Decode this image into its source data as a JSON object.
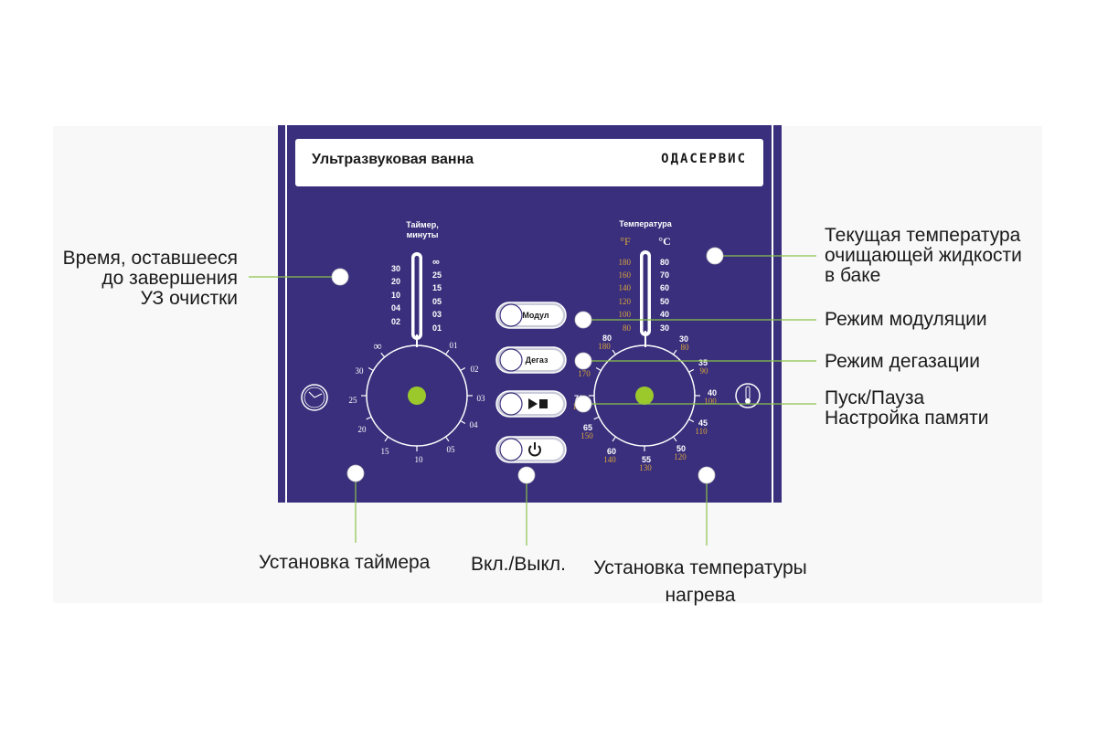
{
  "panel": {
    "title": "Ультразвуковая ванна",
    "brand": "ОДАСЕРВИС",
    "timer_header_line1": "Таймер,",
    "timer_header_line2": "минуты",
    "temp_header": "Температура",
    "unit_f": "°F",
    "unit_c": "°C"
  },
  "timer_scale": {
    "left": [
      "30",
      "20",
      "10",
      "04",
      "02"
    ],
    "right": [
      "∞",
      "25",
      "15",
      "05",
      "03",
      "01"
    ]
  },
  "temp_scale": {
    "fahrenheit": [
      "180",
      "160",
      "140",
      "120",
      "100",
      "80"
    ],
    "celsius": [
      "80",
      "70",
      "60",
      "50",
      "40",
      "30"
    ]
  },
  "timer_dial": {
    "labels": [
      "∞",
      "01",
      "02",
      "03",
      "04",
      "05",
      "10",
      "15",
      "20",
      "25",
      "30"
    ]
  },
  "temp_dial": {
    "labels": [
      {
        "c": "80",
        "f": "180"
      },
      {
        "c": "30",
        "f": "80"
      },
      {
        "c": "35",
        "f": "90"
      },
      {
        "c": "40",
        "f": "100"
      },
      {
        "c": "45",
        "f": "110"
      },
      {
        "c": "50",
        "f": "120"
      },
      {
        "c": "55",
        "f": "130"
      },
      {
        "c": "60",
        "f": "140"
      },
      {
        "c": "65",
        "f": "150"
      },
      {
        "c": "70",
        "f": "160"
      },
      {
        "c": "",
        "f": "170"
      }
    ]
  },
  "buttons": {
    "modulation": "Модул",
    "degas": "Дегаз",
    "play_pause_icon": "play-pause-icon",
    "power_icon": "power-icon"
  },
  "callouts": {
    "time_remaining": [
      "Время, оставшееся",
      "до завершения",
      "УЗ очистки"
    ],
    "current_temp": [
      "Текущая температура",
      "очищающей жидкости",
      "в баке"
    ],
    "modulation": "Режим модуляции",
    "degas": "Режим дегазации",
    "play_memory": [
      "Пуск/Пауза",
      "Настройка памяти"
    ],
    "timer_set": "Установка таймера",
    "power": "Вкл./Выкл.",
    "temp_set": [
      "Установка температуры",
      "нагрева"
    ]
  },
  "colors": {
    "panel": "#3a2f7c",
    "knob": "#9bc92c",
    "leader": "#8bc34a",
    "fahrenheit_text": "#d9a53c"
  }
}
